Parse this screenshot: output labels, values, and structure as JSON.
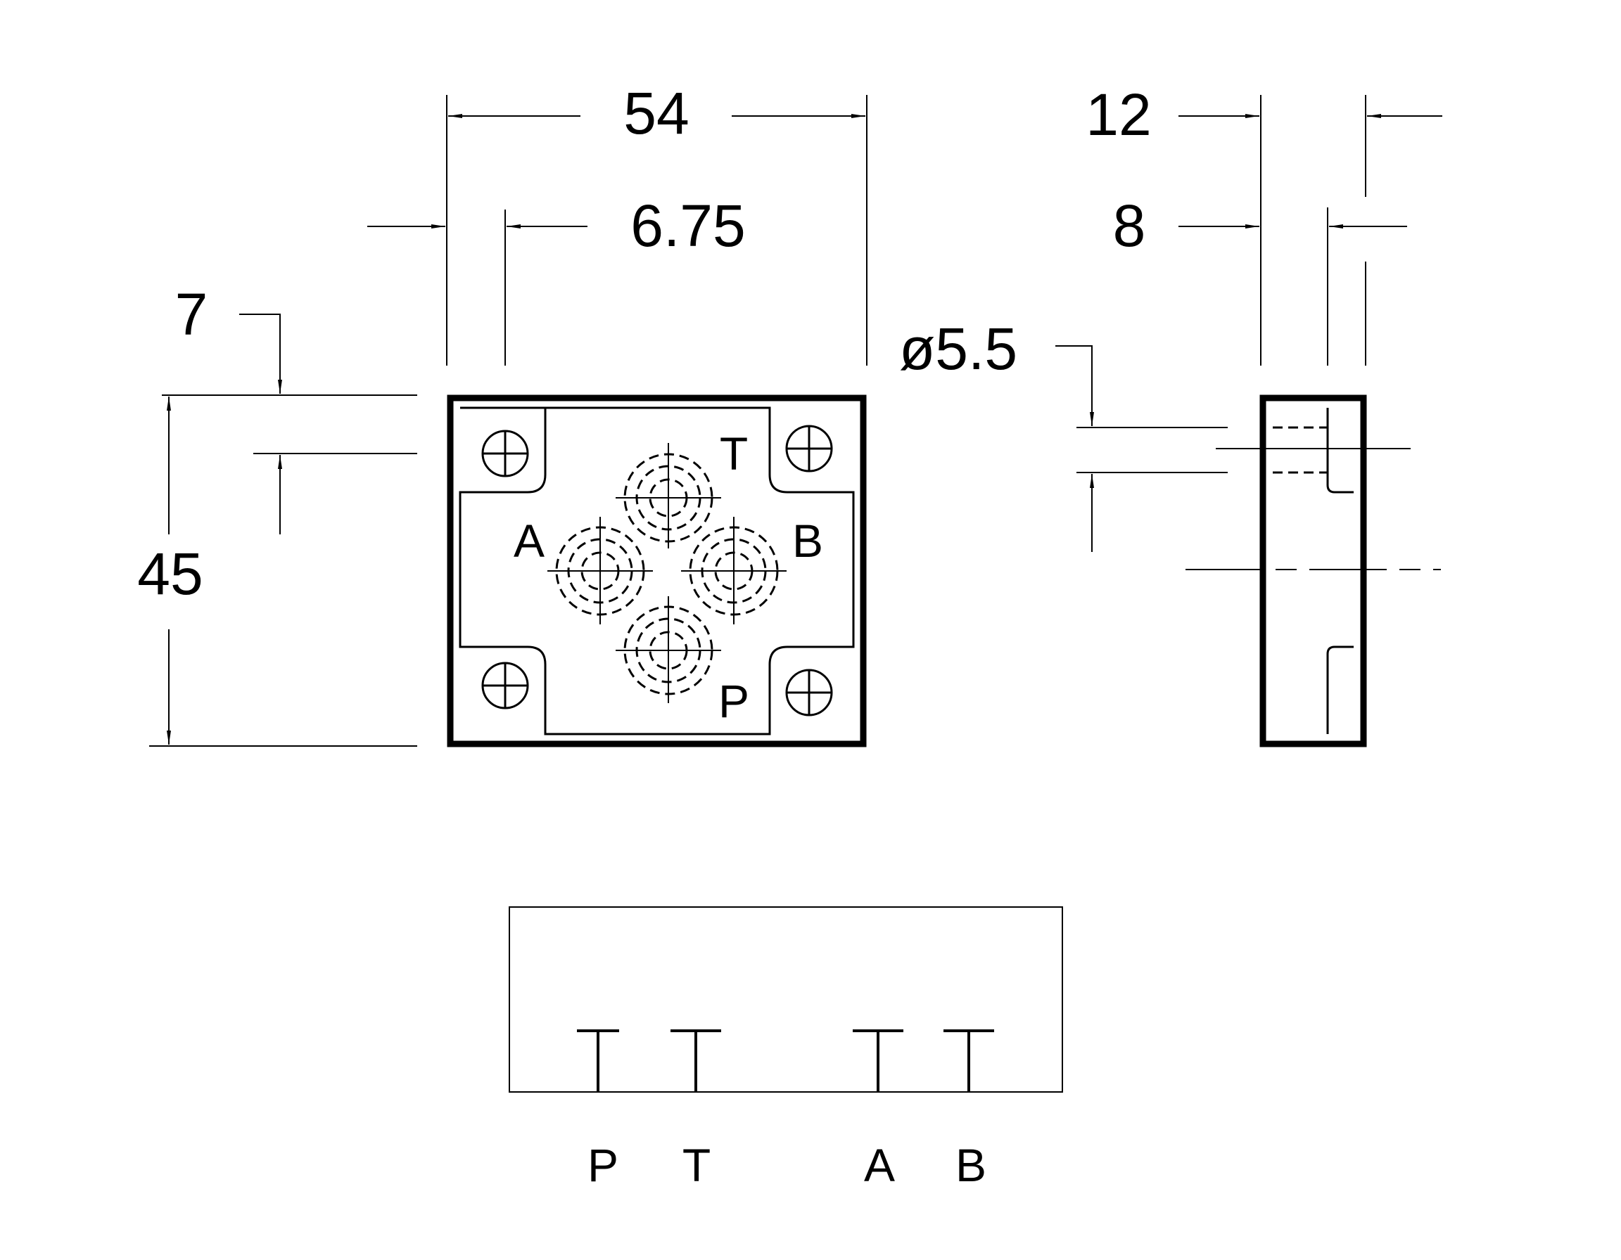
{
  "dimensions": {
    "width": "54",
    "hole_offset_x": "6.75",
    "height": "45",
    "hole_offset_y": "7",
    "thickness": "12",
    "recess_depth": "8",
    "hole_diameter": "ø5.5"
  },
  "ports": {
    "top": "T",
    "left": "A",
    "right": "B",
    "bottom": "P"
  },
  "schematic": {
    "labels": [
      "P",
      "T",
      "A",
      "B"
    ]
  }
}
